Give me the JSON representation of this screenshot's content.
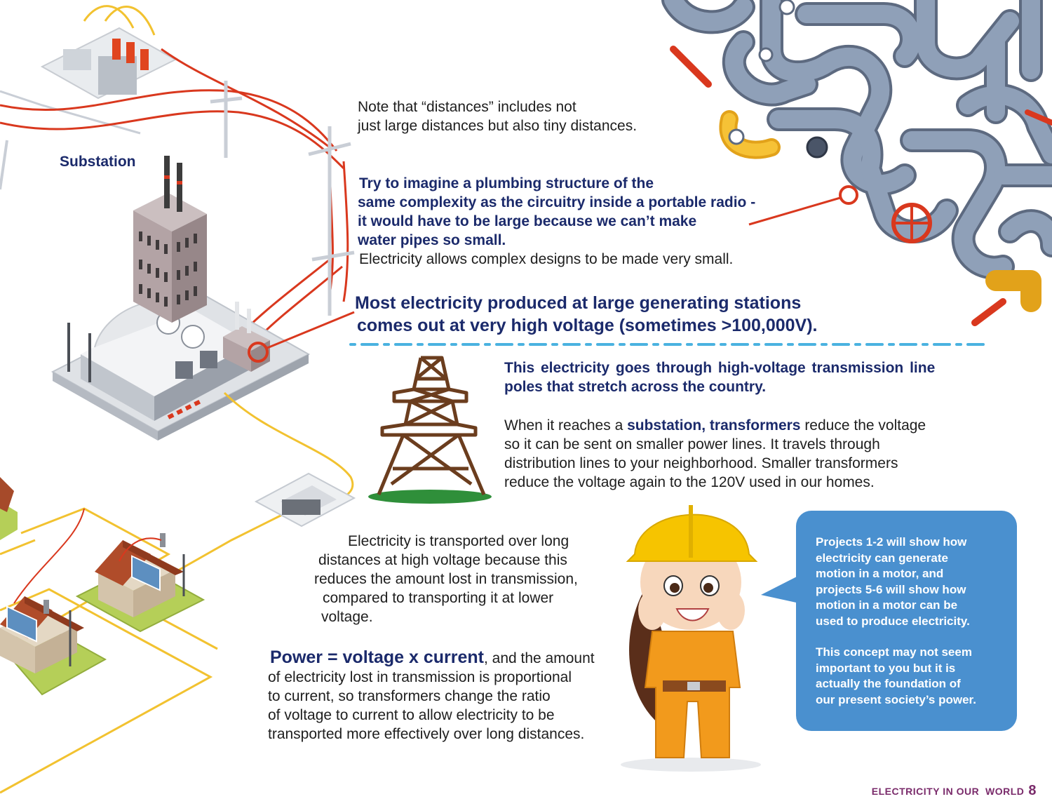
{
  "labels": {
    "substation": "Substation"
  },
  "note": {
    "lines": [
      "Note that “distances” includes not",
      "just large distances but also tiny distances."
    ]
  },
  "plumbing": {
    "bold_lines": [
      "Try to imagine a plumbing structure of the",
      "same complexity as the circuitry inside a portable radio -",
      "it would have to be large because we can’t make",
      "water pipes so small."
    ],
    "normal_line": "Electricity allows complex designs to be made very small."
  },
  "headline": {
    "lines": [
      "Most electricity produced at large generating stations",
      "comes out at very high voltage (sometimes >100,000V)."
    ]
  },
  "transmission": {
    "bold_lines": [
      "This electricity goes through high-voltage transmission line",
      "poles that stretch across the country."
    ],
    "para_prefix": "When it reaches a ",
    "para_bold": "substation, transformers",
    "para_line1_suffix": " reduce the voltage",
    "para_lines": [
      "so it can be sent on smaller power lines. It travels through",
      "distribution lines to your neighborhood. Smaller transformers",
      "reduce the voltage again to the 120V used in our homes."
    ]
  },
  "high_voltage": {
    "lines": [
      "Electricity is transported over long",
      "distances at high voltage because this",
      "reduces the amount lost in transmission,",
      "compared to transporting it at lower",
      "voltage."
    ]
  },
  "power": {
    "bold": "Power = voltage x current",
    "line1_suffix": ", and the amount",
    "lines": [
      "of electricity lost in transmission is proportional",
      "to current, so transformers change the ratio",
      "of voltage to current to allow electricity to be",
      "transported more effectively over long distances."
    ]
  },
  "bubble": {
    "p1": [
      "Projects 1-2 will show how",
      "electricity can generate",
      "motion in a motor, and",
      "projects 5-6 will show how",
      "motion in a motor can be",
      "used to produce electricity."
    ],
    "p2": [
      "This concept may not seem",
      "important to you but it is",
      "actually the foundation of",
      "our present society’s power."
    ]
  },
  "footer": {
    "title": "ELECTRICITY IN OUR  WORLD",
    "page": "8"
  },
  "colors": {
    "navy": "#1b2a6b",
    "bubble": "#4a90cf",
    "wire_red": "#d9381e",
    "wire_yellow": "#f2c230",
    "pipe": "#7f8fa6",
    "tower": "#6b3d1e",
    "dots": "#4ab2e0",
    "footer": "#7a2b6b"
  },
  "icons": [
    "power-plant-icon",
    "transmission-tower-icon",
    "pipes-icon",
    "house-icon",
    "worker-icon"
  ]
}
